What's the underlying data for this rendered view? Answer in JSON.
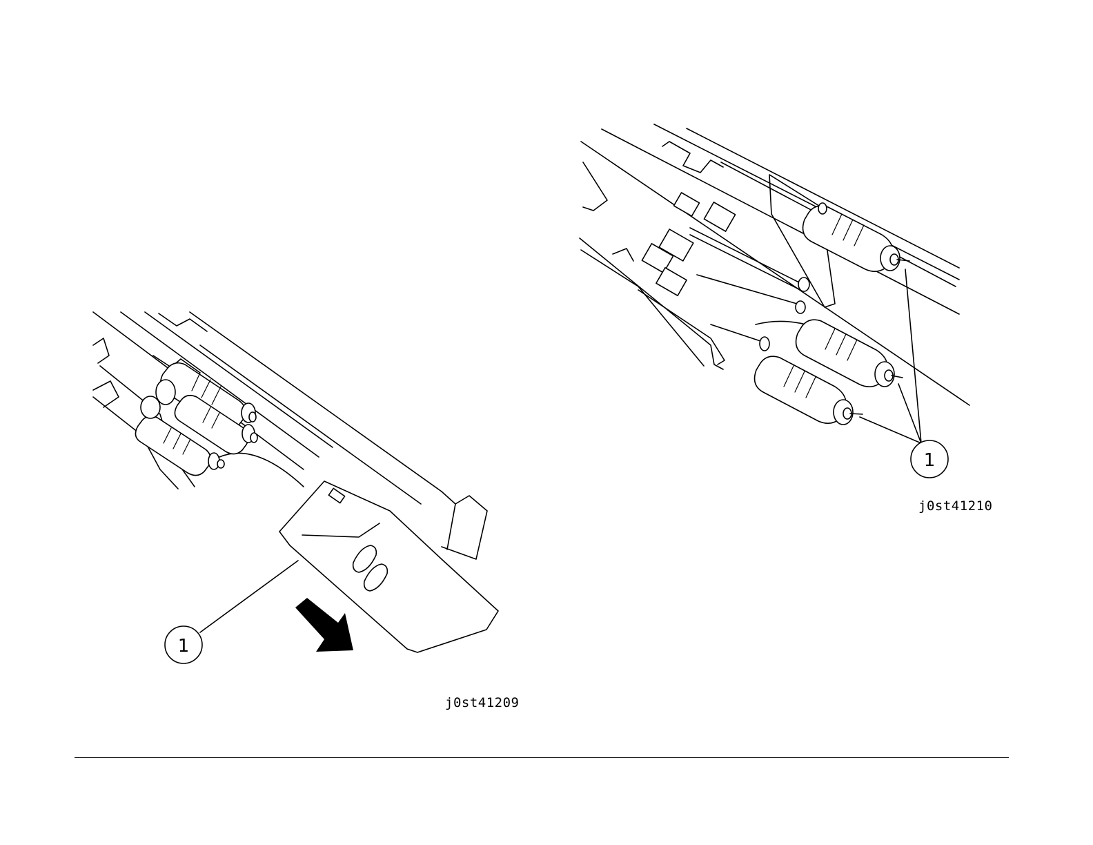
{
  "figures": [
    {
      "code": "j0st41209",
      "callouts": [
        {
          "number": "1"
        }
      ]
    },
    {
      "code": "j0st41210",
      "callouts": [
        {
          "number": "1"
        }
      ]
    }
  ],
  "colors": {
    "line": "#000000",
    "background": "#ffffff"
  }
}
